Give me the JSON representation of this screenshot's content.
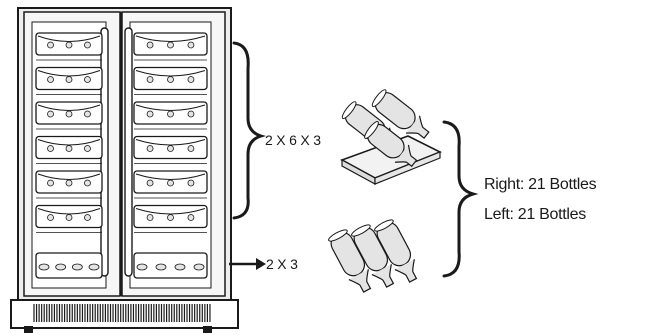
{
  "labels": {
    "upper_config": "2 X 6 X 3",
    "bottom_config": "2 X 3",
    "right_capacity": "Right: 21 Bottles",
    "left_capacity": "Left: 21 Bottles"
  },
  "fridge": {
    "doors": 2,
    "shelves_per_door": 6,
    "bottom_racks_per_door": 1
  },
  "illustrations": {
    "upper_shelf_rack": "bottle-shelf-with-3-bottles",
    "bottom_rack": "3-bottles-loose"
  },
  "colors": {
    "line": "#1a1a1a",
    "cabinet_fill": "#ededed",
    "door_fill": "#f6f6f6",
    "bottle_fill": "#e4e4e4",
    "background": "#ffffff"
  }
}
